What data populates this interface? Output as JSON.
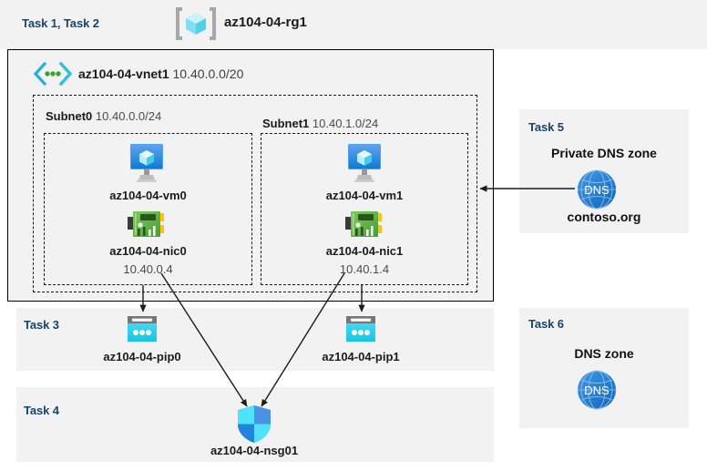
{
  "diagram": {
    "title_color": "#17456b",
    "panel_bg": "#f2f2f2"
  },
  "resource_group": {
    "task_label": "Task 1, Task 2",
    "icon": "resource-group-icon",
    "name": "az104-04-rg1"
  },
  "vnet": {
    "icon": "virtual-network-icon",
    "name": "az104-04-vnet1",
    "cidr": "10.40.0.0/20"
  },
  "subnets": [
    {
      "name": "Subnet0",
      "cidr": "10.40.0.0/24",
      "vm": {
        "icon": "virtual-machine-icon",
        "name": "az104-04-vm0"
      },
      "nic": {
        "icon": "network-interface-icon",
        "name": "az104-04-nic0",
        "ip": "10.40.0.4"
      }
    },
    {
      "name": "Subnet1",
      "cidr": "10.40.1.0/24",
      "vm": {
        "icon": "virtual-machine-icon",
        "name": "az104-04-vm1"
      },
      "nic": {
        "icon": "network-interface-icon",
        "name": "az104-04-nic1",
        "ip": "10.40.1.4"
      }
    }
  ],
  "task3": {
    "task_label": "Task 3",
    "pips": [
      {
        "icon": "public-ip-address-icon",
        "name": "az104-04-pip0"
      },
      {
        "icon": "public-ip-address-icon",
        "name": "az104-04-pip1"
      }
    ]
  },
  "task4": {
    "task_label": "Task 4",
    "nsg": {
      "icon": "network-security-group-icon",
      "name": "az104-04-nsg01"
    }
  },
  "task5": {
    "task_label": "Task 5",
    "heading": "Private DNS zone",
    "icon": "dns-zone-icon",
    "icon_text": "DNS",
    "zone_name": "contoso.org"
  },
  "task6": {
    "task_label": "Task 6",
    "heading": "DNS zone",
    "icon": "dns-zone-icon",
    "icon_text": "DNS"
  }
}
